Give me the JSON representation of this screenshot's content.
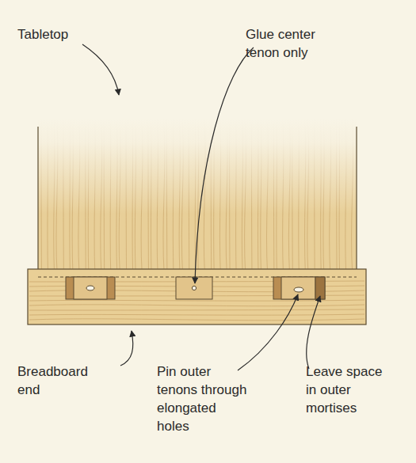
{
  "diagram": {
    "labels": [
      "Tabletop",
      "Glue center tenon only",
      "Breadboard end",
      "Pin outer tenons through elongated holes",
      "Leave space in outer mortises"
    ]
  }
}
